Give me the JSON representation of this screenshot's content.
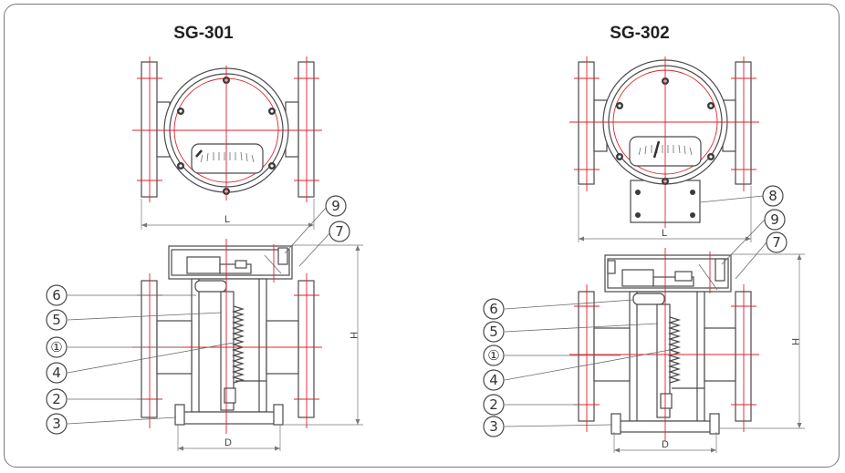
{
  "models": [
    {
      "title": "SG-301",
      "dim_length": "L",
      "dim_height": "H",
      "dim_diameter": "D",
      "callouts": [
        "9",
        "7",
        "6",
        "5",
        "①",
        "4",
        "2",
        "3"
      ]
    },
    {
      "title": "SG-302",
      "dim_length": "L",
      "dim_height": "H",
      "dim_diameter": "D",
      "callouts": [
        "8",
        "9",
        "7",
        "6",
        "5",
        "①",
        "4",
        "2",
        "3"
      ]
    }
  ]
}
